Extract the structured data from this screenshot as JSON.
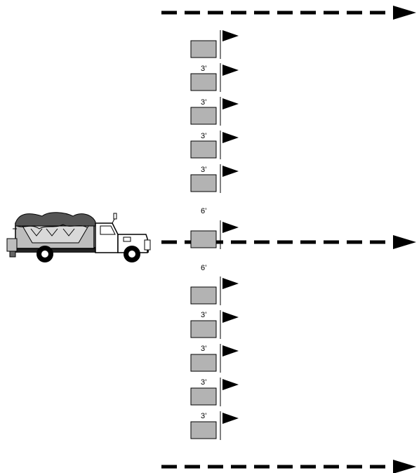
{
  "diagram": {
    "lanes": [
      {
        "name": "top-lane-line"
      },
      {
        "name": "middle-lane-line"
      },
      {
        "name": "bottom-lane-line"
      }
    ],
    "collection_stations": [
      {
        "index": 1,
        "gap_before": ""
      },
      {
        "index": 2,
        "gap_before": "3’"
      },
      {
        "index": 3,
        "gap_before": "3’"
      },
      {
        "index": 4,
        "gap_before": "3’"
      },
      {
        "index": 5,
        "gap_before": "3’"
      },
      {
        "index": 6,
        "gap_before": "6’"
      },
      {
        "index": 7,
        "gap_before": "6’"
      },
      {
        "index": 8,
        "gap_before": "3’"
      },
      {
        "index": 9,
        "gap_before": "3’"
      },
      {
        "index": 10,
        "gap_before": "3’"
      },
      {
        "index": 11,
        "gap_before": "3’"
      }
    ],
    "colors": {
      "line": "#000000",
      "collector_fill": "#b3b3b3",
      "truck_cover": "#555555",
      "truck_body": "#bdbdbd"
    },
    "icons": {
      "vehicle": "spreader-truck-icon",
      "marker": "flag-icon",
      "collector": "collection-pan"
    }
  }
}
